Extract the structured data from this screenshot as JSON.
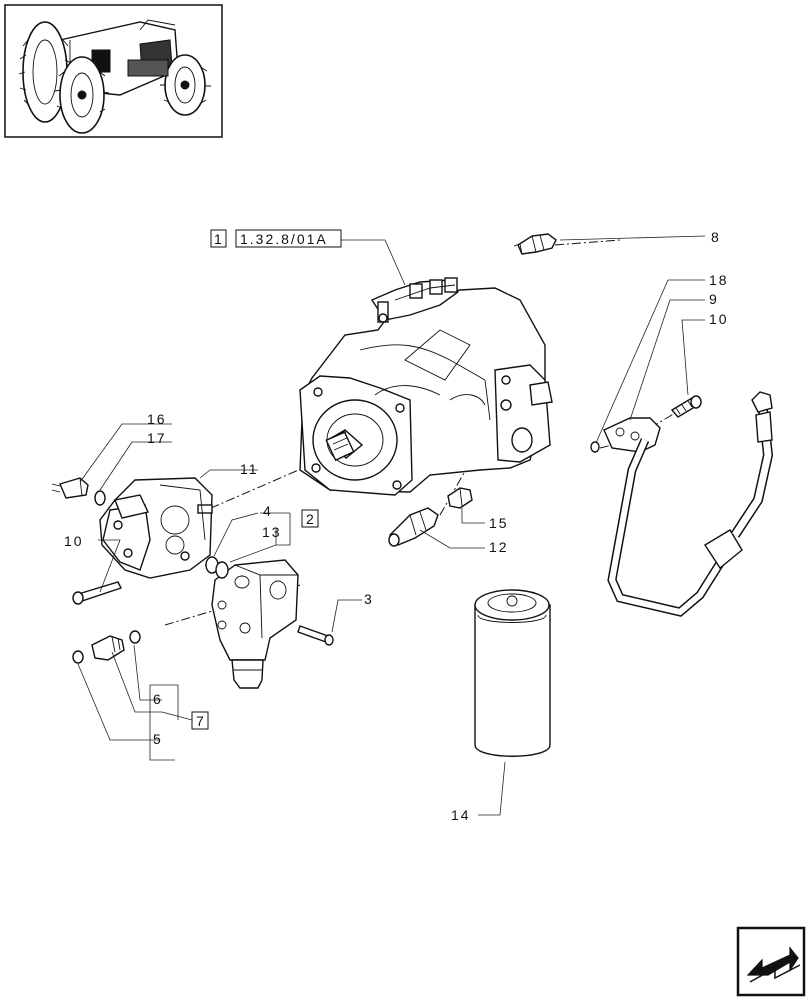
{
  "thumbnail": {
    "icon": "tractor-icon"
  },
  "labels": {
    "p1": "1",
    "ref": "1.32.8/01A",
    "p2": "2",
    "p3": "3",
    "p4": "4",
    "p5": "5",
    "p6": "6",
    "p7": "7",
    "p8": "8",
    "p9": "9",
    "p10a": "10",
    "p10b": "10",
    "p11": "11",
    "p12": "12",
    "p13": "13",
    "p14": "14",
    "p15": "15",
    "p16": "16",
    "p17": "17",
    "p18": "18"
  },
  "nav": {
    "icon": "return-arrow-icon"
  }
}
